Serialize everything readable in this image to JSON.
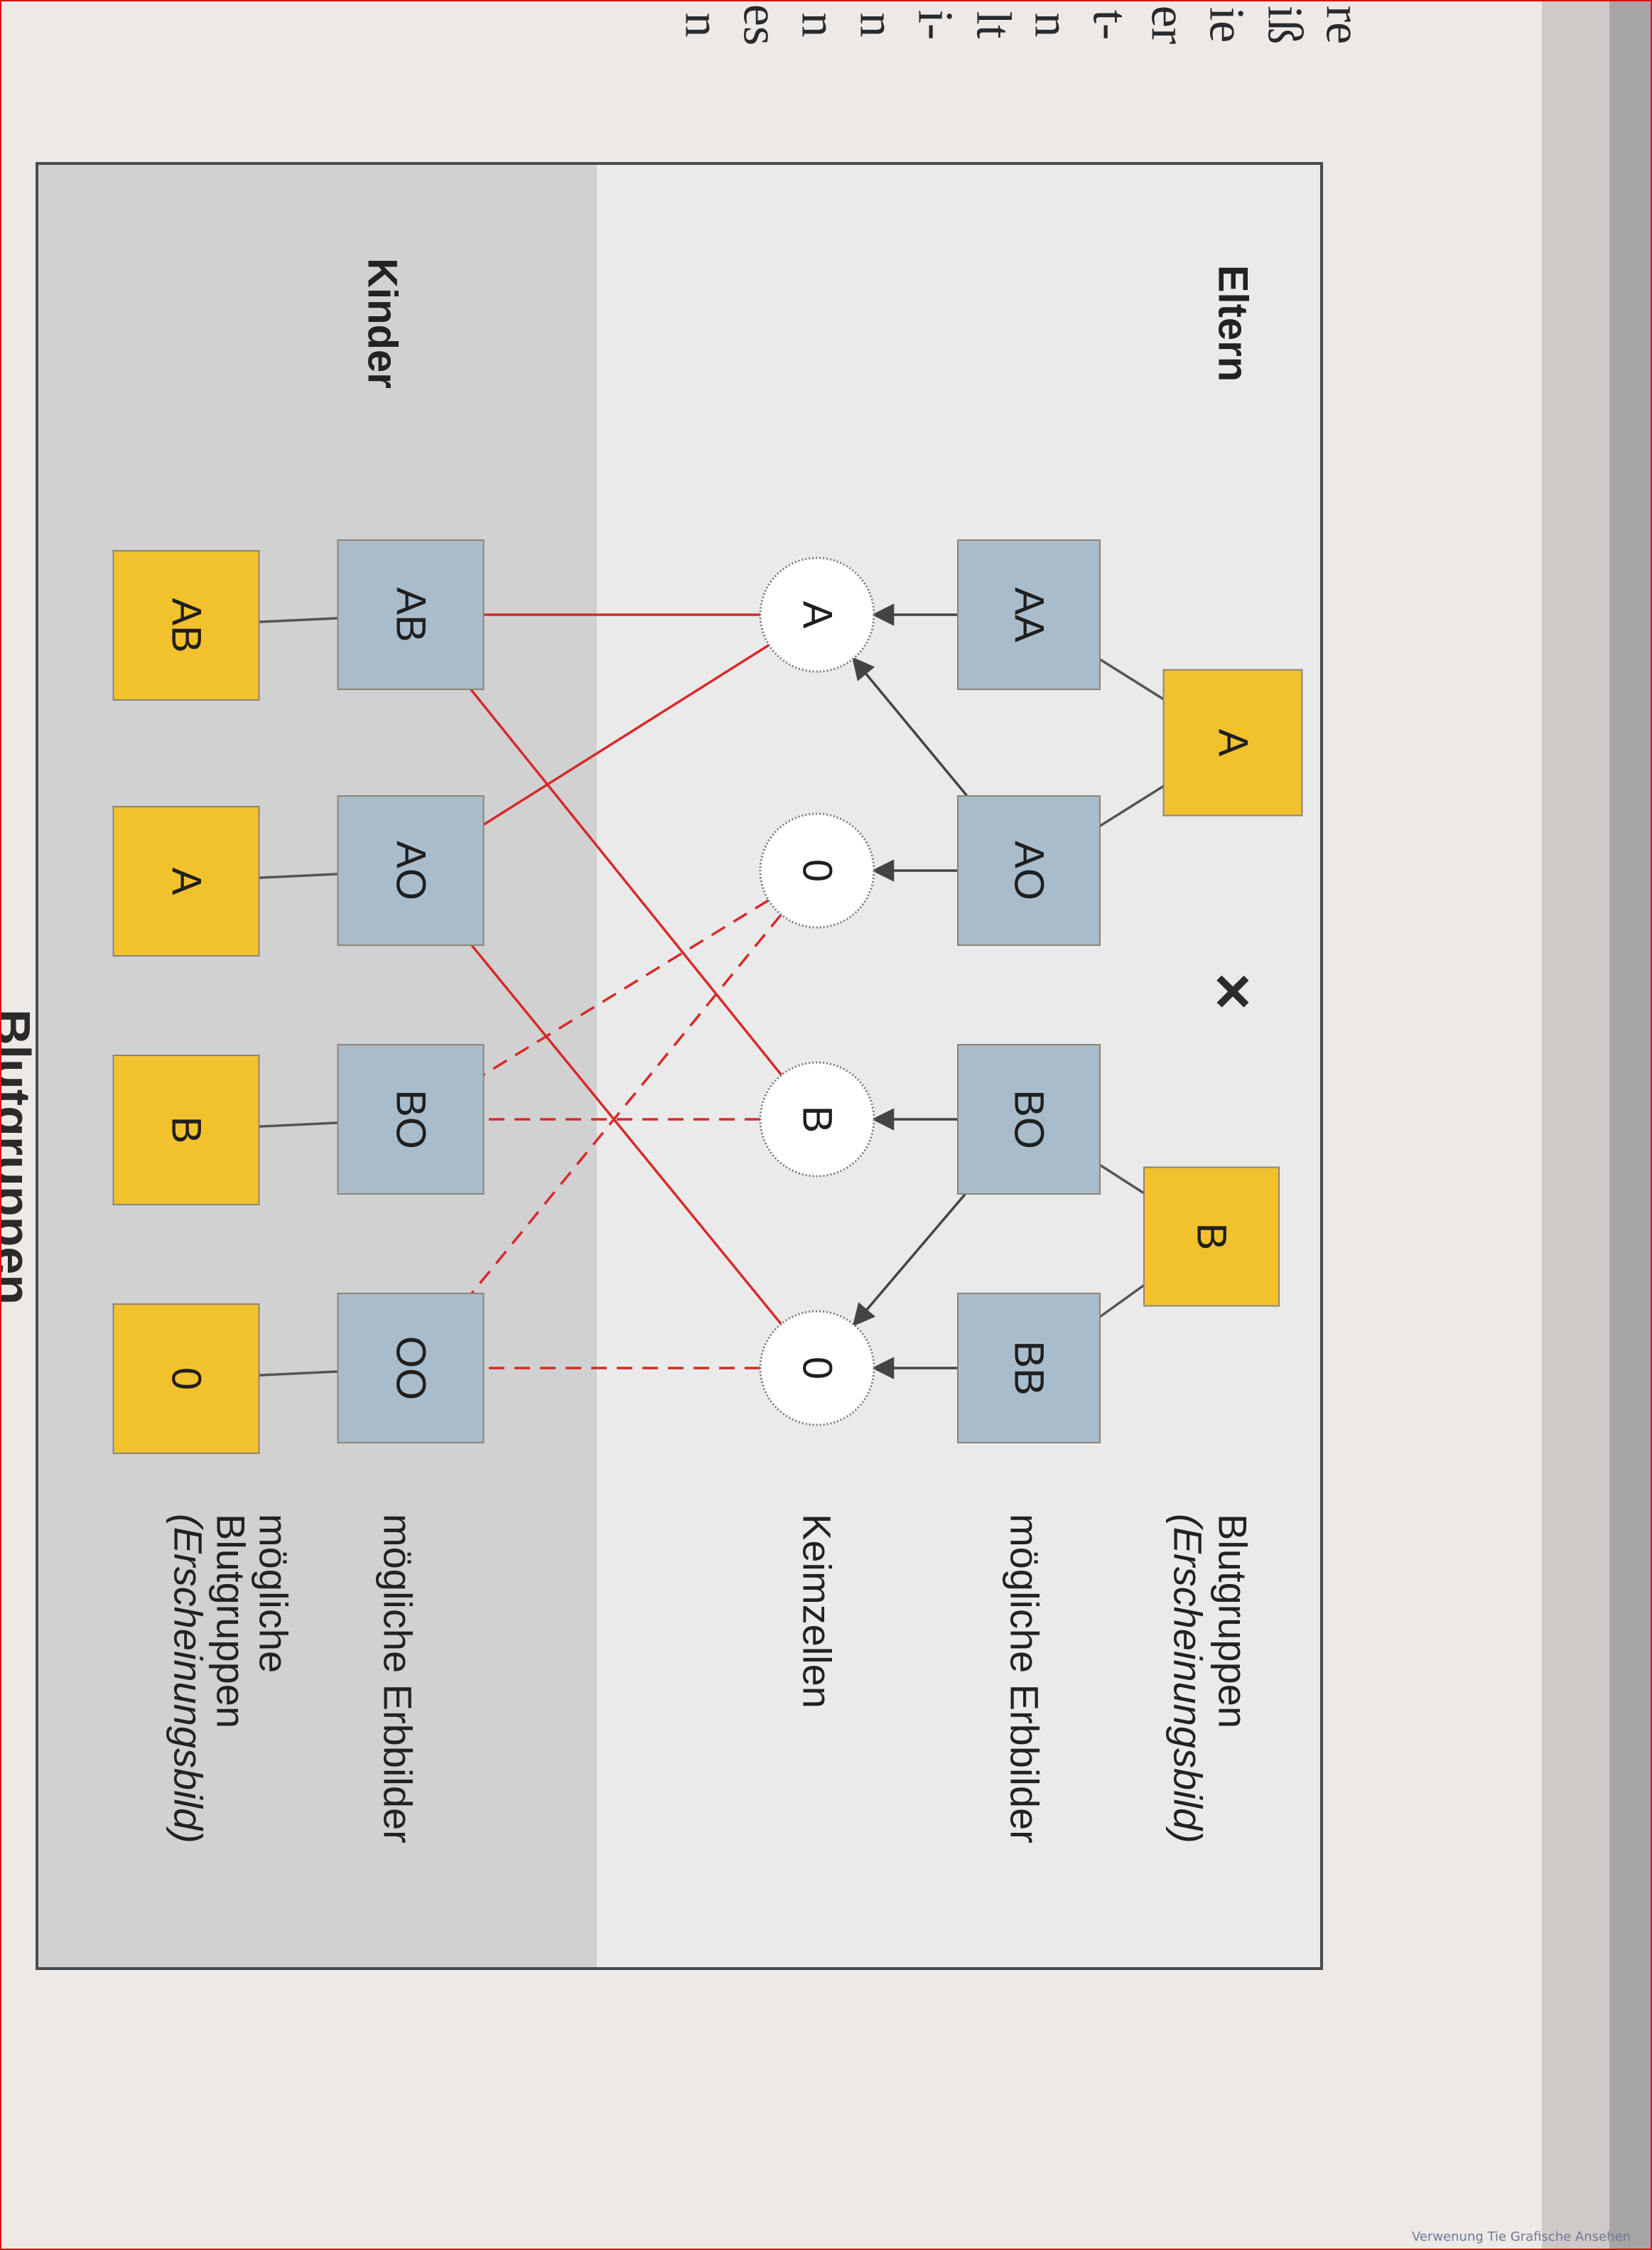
{
  "diagram": {
    "legend_rows": {
      "phenotype_parents": [
        "Blutgruppen",
        "(Erscheinungsbild)"
      ],
      "genotype_parents": "mögliche Erbbilder",
      "gametes": "Keimzellen",
      "genotype_children": "mögliche Erbbilder",
      "phenotype_children": [
        "mögliche",
        "Blutgruppen",
        "(Erscheinungsbild)"
      ]
    },
    "sections": {
      "parents": "Eltern",
      "children": "Kinder"
    },
    "cross_symbol": "×",
    "parents": [
      {
        "id": "pA",
        "label": "A"
      },
      {
        "id": "pB",
        "label": "B"
      }
    ],
    "parent_genotypes": [
      {
        "id": "gAA",
        "label": "AA"
      },
      {
        "id": "gAO",
        "label": "AO"
      },
      {
        "id": "gBO",
        "label": "BO"
      },
      {
        "id": "gBB",
        "label": "BB"
      }
    ],
    "gametes": [
      {
        "id": "kA",
        "label": "A"
      },
      {
        "id": "kO1",
        "label": "0"
      },
      {
        "id": "kB",
        "label": "B"
      },
      {
        "id": "kO2",
        "label": "0"
      }
    ],
    "child_genotypes": [
      {
        "id": "cAB",
        "label": "AB"
      },
      {
        "id": "cAO",
        "label": "AO"
      },
      {
        "id": "cBO",
        "label": "BO"
      },
      {
        "id": "cOO",
        "label": "OO"
      }
    ],
    "child_phenotypes": [
      {
        "id": "fAB",
        "label": "AB"
      },
      {
        "id": "fA",
        "label": "A"
      },
      {
        "id": "fB",
        "label": "B"
      },
      {
        "id": "fO",
        "label": "0"
      }
    ],
    "edges": [
      {
        "from": "pA",
        "to": "gAA",
        "style": "gray"
      },
      {
        "from": "pA",
        "to": "gAO",
        "style": "gray"
      },
      {
        "from": "pB",
        "to": "gBO",
        "style": "gray"
      },
      {
        "from": "pB",
        "to": "gBB",
        "style": "gray"
      },
      {
        "from": "gAA",
        "to": "kA",
        "style": "arrow"
      },
      {
        "from": "gAO",
        "to": "kA",
        "style": "arrow"
      },
      {
        "from": "gAO",
        "to": "kO1",
        "style": "arrow"
      },
      {
        "from": "gBO",
        "to": "kB",
        "style": "arrow"
      },
      {
        "from": "gBO",
        "to": "kO2",
        "style": "arrow"
      },
      {
        "from": "gBB",
        "to": "kO2",
        "style": "arrow"
      },
      {
        "from": "kA",
        "to": "cAB",
        "style": "red"
      },
      {
        "from": "kA",
        "to": "cAO",
        "style": "red"
      },
      {
        "from": "kB",
        "to": "cAB",
        "style": "red"
      },
      {
        "from": "kO2",
        "to": "cAO",
        "style": "red"
      },
      {
        "from": "kO1",
        "to": "cBO",
        "style": "red-dashed"
      },
      {
        "from": "kO1",
        "to": "cOO",
        "style": "red-dashed"
      },
      {
        "from": "kB",
        "to": "cBO",
        "style": "red-dashed"
      },
      {
        "from": "kO2",
        "to": "cOO",
        "style": "red-dashed"
      },
      {
        "from": "cAB",
        "to": "fAB",
        "style": "gray"
      },
      {
        "from": "cAO",
        "to": "fA",
        "style": "gray"
      },
      {
        "from": "cBO",
        "to": "fB",
        "style": "gray"
      },
      {
        "from": "cOO",
        "to": "fO",
        "style": "gray"
      }
    ],
    "colors": {
      "phenotype_box": "#f2c12e",
      "genotype_box": "#a9bccb",
      "gamete_circle": "#ffffff",
      "red_line": "#d62a2a",
      "gray_line": "#555555",
      "panel_light": "#ebeaea",
      "panel_dark": "#d2d1d2"
    }
  },
  "page_margin_text": [
    "re",
    "iß",
    "ie",
    "er",
    "t-",
    "n",
    "lt",
    "i-",
    "n",
    "n",
    "es",
    "n"
  ],
  "bottom_text": "Blutgruppen",
  "watermark": "Verwenung Tie Grafische Ansehen"
}
